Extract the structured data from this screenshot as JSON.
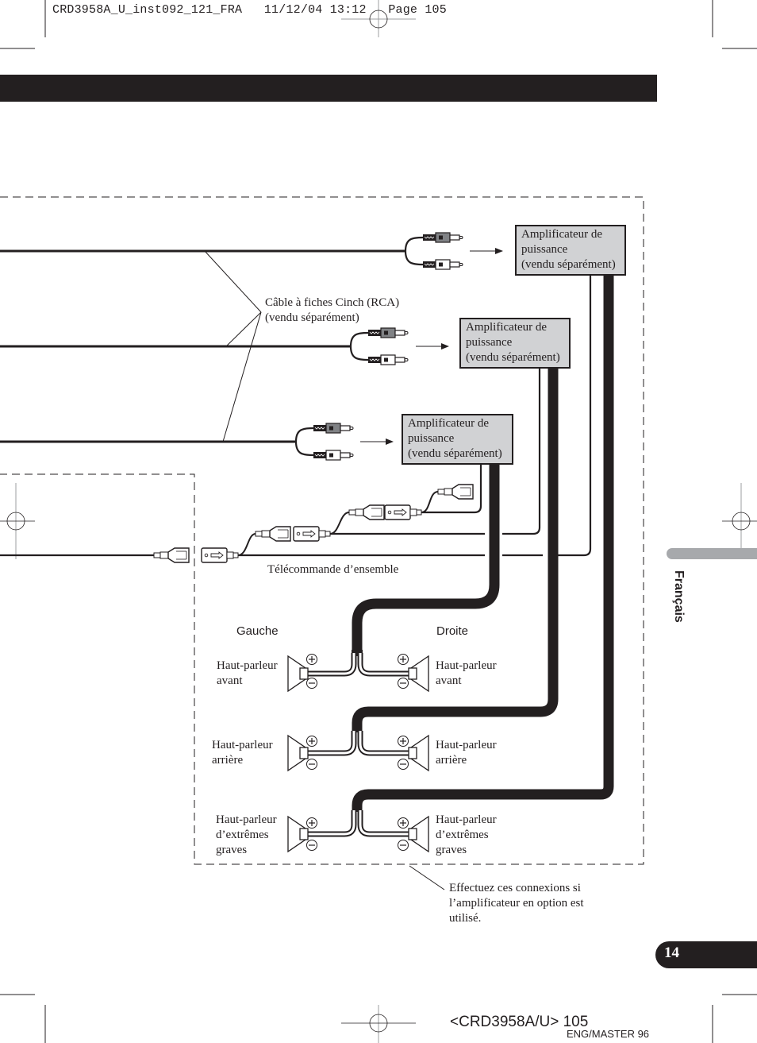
{
  "slug": {
    "filename": "CRD3958A_U_inst092_121_FRA",
    "date": "11/12/04",
    "time": "13:12",
    "page_label": "Page 105"
  },
  "diagram": {
    "amplifiers": [
      {
        "lines": [
          "Amplificateur de",
          "puissance",
          "(vendu séparément)"
        ]
      },
      {
        "lines": [
          "Amplificateur de",
          "puissance",
          "(vendu séparément)"
        ]
      },
      {
        "lines": [
          "Amplificateur de",
          "puissance",
          "(vendu séparément)"
        ]
      }
    ],
    "rca_cable_label": [
      "Câble à fiches Cinch (RCA)",
      "(vendu séparément)"
    ],
    "remote_label": "Télécommande d’ensemble",
    "side_left": "Gauche",
    "side_right": "Droite",
    "speakers": {
      "front_left": [
        "Haut-parleur",
        "avant"
      ],
      "front_right": [
        "Haut-parleur",
        "avant"
      ],
      "rear_left": [
        "Haut-parleur",
        "arrière"
      ],
      "rear_right": [
        "Haut-parleur",
        "arrière"
      ],
      "sub_left": [
        "Haut-parleur",
        "d’extrêmes",
        "graves"
      ],
      "sub_right": [
        "Haut-parleur",
        "d’extrêmes",
        "graves"
      ]
    },
    "polarity_plus": "+",
    "polarity_minus": "−",
    "note": [
      "Effectuez ces connexions si",
      "l’amplificateur en option est",
      "utilisé."
    ]
  },
  "sidebar": {
    "language": "Français"
  },
  "page_number": "14",
  "footer": {
    "code": "<CRD3958A/U> 105",
    "master": "ENG/MASTER 96"
  },
  "colors": {
    "ink": "#231f20",
    "amp_box_fill": "#d1d2d4",
    "side_tab": "#a7a9ac",
    "rca_red_plug": "#808285",
    "crop_mark": "#9d9fa2"
  }
}
